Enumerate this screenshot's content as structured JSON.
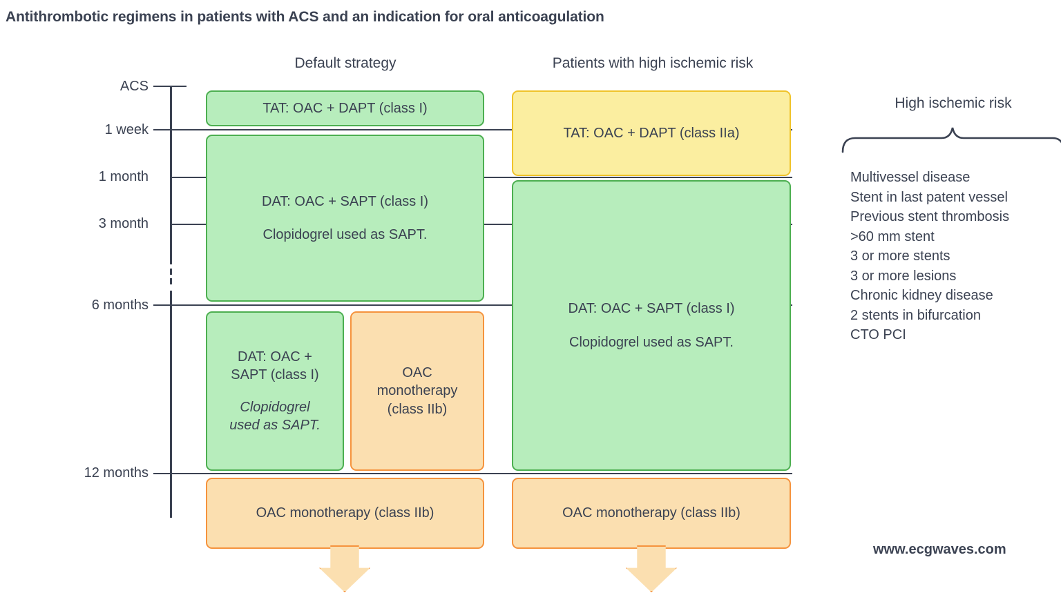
{
  "title": "Antithrombotic regimens in patients with ACS and an indication for oral anticoagulation",
  "columns": {
    "default": "Default strategy",
    "high_risk": "Patients with high ischemic risk"
  },
  "timeline": {
    "ticks": [
      {
        "label": "ACS"
      },
      {
        "label": "1 week"
      },
      {
        "label": "1 month"
      },
      {
        "label": "3 month"
      },
      {
        "label": "6 months"
      },
      {
        "label": "12 months"
      }
    ]
  },
  "default_strategy_boxes": {
    "tat": "TAT: OAC + DAPT (class I)",
    "dat_main_line1": "DAT: OAC + SAPT (class I)",
    "dat_main_line2": "Clopidogrel used as SAPT.",
    "dat_late_line1": "DAT: OAC +",
    "dat_late_line2": "SAPT (class I)",
    "dat_late_note1": "Clopidogrel",
    "dat_late_note2": "used as SAPT.",
    "oac_mono_line1": "OAC",
    "oac_mono_line2": "monotherapy",
    "oac_mono_line3": "(class IIb)",
    "oac_mono_final": "OAC monotherapy (class IIb)"
  },
  "high_risk_boxes": {
    "tat": "TAT: OAC + DAPT (class IIa)",
    "dat_line1": "DAT: OAC + SAPT (class I)",
    "dat_line2": "Clopidogrel used as SAPT.",
    "oac_mono_final": "OAC monotherapy (class IIb)"
  },
  "risk_panel": {
    "title": "High ischemic risk",
    "items": [
      "Multivessel disease",
      "Stent in last patent vessel",
      "Previous stent thrombosis",
      ">60 mm stent",
      "3 or more stents",
      "3 or more lesions",
      "Chronic kidney disease",
      "2 stents in bifurcation",
      "CTO PCI"
    ]
  },
  "watermark": "www.ecgwaves.com",
  "colors": {
    "green_fill": "#b7edbc",
    "green_border": "#4caf50",
    "orange_fill": "#fbdfb0",
    "orange_border": "#f5933d",
    "yellow_fill": "#fbeea0",
    "yellow_border": "#f0c32a",
    "text": "#3b4252"
  }
}
